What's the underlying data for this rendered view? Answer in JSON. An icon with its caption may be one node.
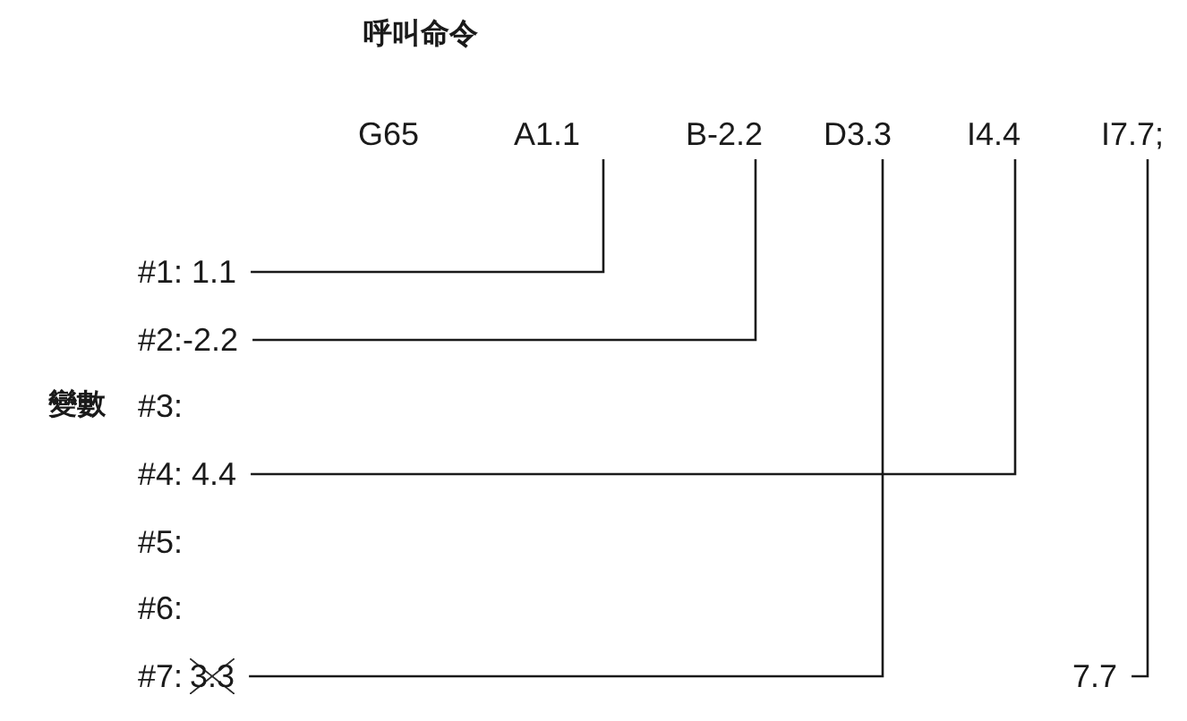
{
  "diagram": {
    "title": "呼叫命令",
    "nodes": [
      {
        "text": [
          "A1.1"
        ]
      },
      {
        "text": [
          "B-2.2"
        ]
      },
      {
        "text": [
          "D3.3"
        ]
      },
      {
        "text": [
          "I4.4"
        ]
      },
      {
        "text": [
          "I7.7;"
        ]
      },
      {
        "text": [
          "#1: 1.1"
        ]
      },
      {
        "text": [
          "#2:-2.2"
        ]
      },
      {
        "text": [
          "#4: 4.4"
        ]
      },
      {
        "text": [
          "#7:",
          "3.3"
        ]
      },
      {
        "text": [
          "7.7"
        ]
      }
    ],
    "edges": [
      {
        "from": 0,
        "to": 5,
        "arrow": "none"
      },
      {
        "from": 1,
        "to": 6,
        "arrow": "none"
      },
      {
        "from": 3,
        "to": 7,
        "arrow": "none"
      },
      {
        "from": 2,
        "to": 8,
        "arrow": "none"
      },
      {
        "from": 4,
        "to": 9,
        "arrow": "none"
      }
    ],
    "labels": [
      "G65",
      "變數",
      "#3:",
      "#5:",
      "#6:"
    ]
  }
}
